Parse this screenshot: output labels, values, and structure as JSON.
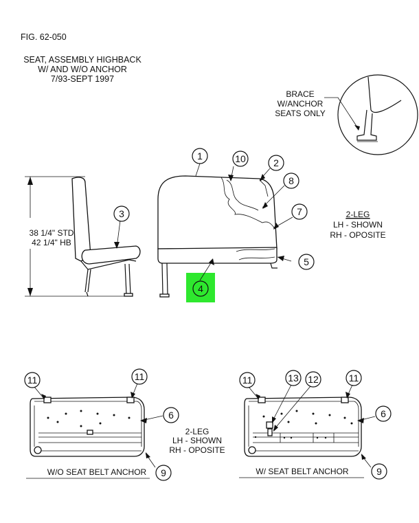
{
  "header": {
    "fig": "FIG.  62-050",
    "title_lines": [
      "SEAT, ASSEMBLY HIGHBACK",
      "W/ AND W/O ANCHOR",
      "7/93-SEPT 1997"
    ]
  },
  "brace_note": [
    "BRACE",
    "W/ANCHOR",
    "SEATS ONLY"
  ],
  "dimension": [
    "38 1/4\" STD",
    "42 1/4\" HB"
  ],
  "leg_note_top": [
    "2-LEG",
    "LH - SHOWN",
    "RH - OPOSITE"
  ],
  "leg_note_bottom": [
    "2-LEG",
    "LH - SHOWN",
    "RH - OPOSITE"
  ],
  "captions": {
    "left": "W/O SEAT BELT ANCHOR",
    "right": "W/ SEAT BELT ANCHOR"
  },
  "callouts": {
    "c1": "1",
    "c2": "2",
    "c3": "3",
    "c4": "4",
    "c5": "5",
    "c7": "7",
    "c8": "8",
    "c10": "10",
    "bl11a": "11",
    "bl11b": "11",
    "bl6": "6",
    "bl9": "9",
    "br11a": "11",
    "br13": "13",
    "br12": "12",
    "br11b": "11",
    "br6": "6",
    "br9": "9"
  },
  "highlight_color": "#2ee82e"
}
